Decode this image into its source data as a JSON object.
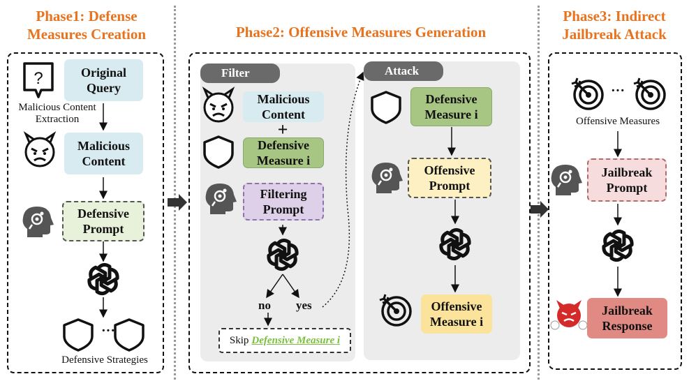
{
  "phase1": {
    "title_line1": "Phase1: Defense",
    "title_line2": "Measures Creation",
    "original_query": "Original\nQuery",
    "extraction_label1": "Malicious Content",
    "extraction_label2": "Extraction",
    "malicious_content": "Malicious\nContent",
    "defensive_prompt": "Defensive\nPrompt",
    "ellipsis": "···",
    "strategies_label": "Defensive Strategies"
  },
  "phase2": {
    "title": "Phase2: Offensive Measures Generation",
    "filter_tag": "Filter",
    "attack_tag": "Attack",
    "malicious_content": "Malicious\nContent",
    "plus": "+",
    "defensive_measure": "Defensive\nMeasure i",
    "filtering_prompt": "Filtering\nPrompt",
    "no": "no",
    "yes": "yes",
    "skip_text": "Skip",
    "skip_em": "Defensive Measure i",
    "attack_defensive_measure": "Defensive\nMeasure i",
    "offensive_prompt": "Offensive\nPrompt",
    "offensive_measure": "Offensive\nMeasure i"
  },
  "phase3": {
    "title_line1": "Phase3: Indirect",
    "title_line2": "Jailbreak Attack",
    "ellipsis": "···",
    "offensive_measures_label": "Offensive Measures",
    "jailbreak_prompt": "Jailbreak\nPrompt",
    "jailbreak_response": "Jailbreak\nResponse"
  },
  "colors": {
    "title": "#e8731f",
    "blue": "#d7ebf1",
    "green": "#a7c583",
    "purple": "#ddd0e8",
    "yellow": "#fdf1c4",
    "gold": "#fbe39b",
    "pink": "#f6dcdc",
    "red": "#e08a83",
    "skip_link": "#7bbf3f"
  },
  "icons": [
    "question-box-icon",
    "devil-face-icon",
    "ai-head-icon",
    "openai-logo-icon",
    "shield-icon",
    "target-arrow-icon",
    "angry-devil-icon",
    "right-arrow-icon"
  ]
}
